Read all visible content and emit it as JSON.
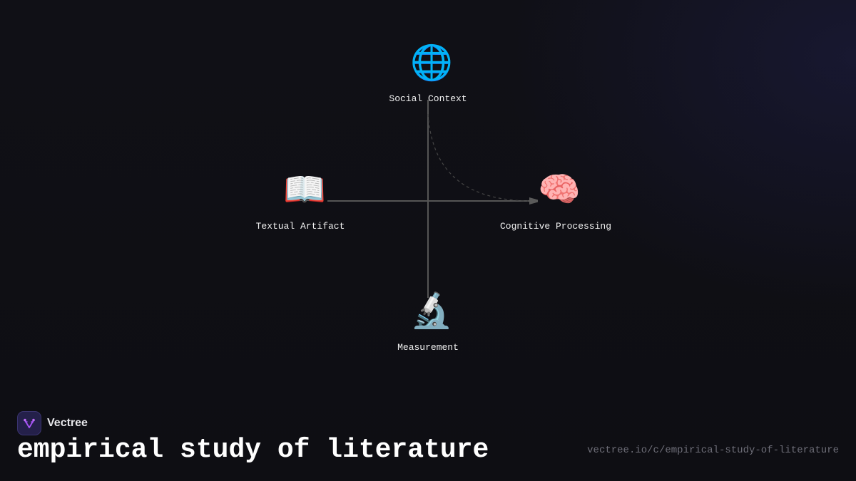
{
  "diagram": {
    "nodes": [
      {
        "id": "social",
        "icon": "globe-icon",
        "emoji": "🌐",
        "label": "Social Context"
      },
      {
        "id": "textual",
        "icon": "open-book-icon",
        "emoji": "📖",
        "label": "Textual Artifact"
      },
      {
        "id": "cognitive",
        "icon": "brain-icon",
        "emoji": "🧠",
        "label": "Cognitive Processing"
      },
      {
        "id": "measurement",
        "icon": "microscope-icon",
        "emoji": "🔬",
        "label": "Measurement"
      }
    ],
    "edges": [
      {
        "from": "textual",
        "to": "cognitive",
        "style": "solid",
        "arrow": true
      },
      {
        "from": "social",
        "to": "measurement",
        "style": "solid",
        "arrow": false
      },
      {
        "from": "social",
        "to": "cognitive",
        "style": "dashed-curve",
        "arrow": false
      }
    ],
    "colors": {
      "line": "#555555",
      "dashed": "#444444",
      "background": "#0f0f14"
    }
  },
  "footer": {
    "brand_name": "Vectree",
    "title": "empirical study of literature",
    "url": "vectree.io/c/empirical-study-of-literature",
    "accent": "#a855f7"
  }
}
